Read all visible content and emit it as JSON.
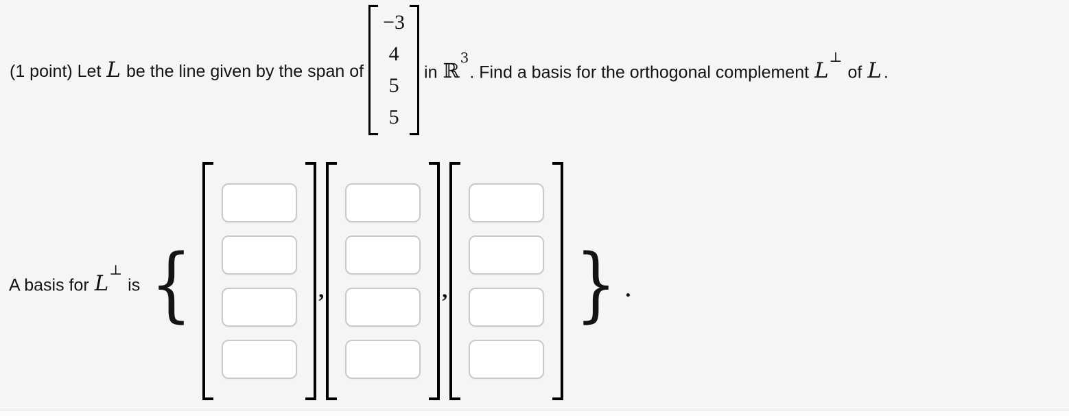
{
  "colors": {
    "background": "#f5f5f5",
    "text": "#131313",
    "bracket": "#000000",
    "input_border": "#c9c9c9",
    "input_bg": "#ffffff",
    "bottom_edge_bg": "#fbfbfb",
    "bottom_edge_border": "#e2e2e2"
  },
  "problem": {
    "points_prefix": "(1 point) Let",
    "L": "L",
    "text_middle": "be the line given by the span of",
    "vector": [
      "−3",
      "4",
      "5",
      "5"
    ],
    "text_in": "in",
    "space_symbol": "ℝ",
    "space_exponent": "3",
    "text_find": ". Find a basis for the orthogonal complement",
    "perp_symbol": "⊥",
    "text_of": "of",
    "sentence_period": "."
  },
  "answer": {
    "label_prefix": "A basis for",
    "label_L": "L",
    "label_perp": "⊥",
    "label_suffix": "is",
    "open_brace": "{",
    "close_brace": "}",
    "separator_comma": ",",
    "final_period": ".",
    "matrices": [
      {
        "entries": [
          "",
          "",
          "",
          ""
        ]
      },
      {
        "entries": [
          "",
          "",
          "",
          ""
        ]
      },
      {
        "entries": [
          "",
          "",
          "",
          ""
        ]
      }
    ]
  }
}
